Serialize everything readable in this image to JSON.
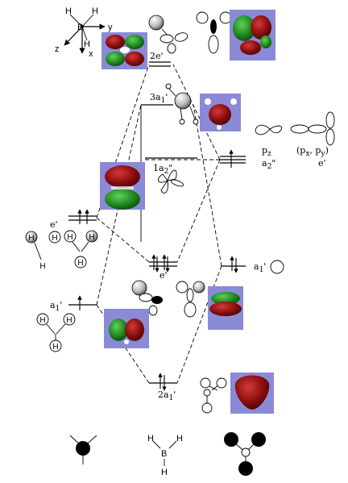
{
  "axes": {
    "y": "y",
    "z": "z",
    "x": "x",
    "h1": "H",
    "h2": "H",
    "b": "B",
    "h3": "H"
  },
  "levels": {
    "e2": "2e'",
    "a3": "3a",
    "a3_sub": "1",
    "a3_prime": "'",
    "a2pp": "1a",
    "a2pp_sub": "2",
    "a2pp_prime": "\"",
    "pz": "p",
    "pz_sub": "z",
    "a2pp_boron": "a",
    "a2pp_boron_sub": "2",
    "a2pp_boron_prime": "\"",
    "pxpy": "(p",
    "pxpy_x": "x",
    "pxpy_mid": ", p",
    "pxpy_y": "y",
    "pxpy_end": ")",
    "e_prime_boron": "e'",
    "e_prime_h": "e'",
    "e_prime_mid": "e'",
    "a1_boron": "a",
    "a1_boron_sub": "1",
    "a1_boron_prime": "'",
    "a1_h": "a",
    "a1_h_sub": "1",
    "a1_h_prime": "'",
    "a2_bottom": "2a",
    "a2_bottom_sub": "1",
    "a2_bottom_prime": "'"
  },
  "hydrogen_labels": {
    "h": "H"
  },
  "bottom": {
    "b": "B",
    "h1": "H",
    "h2": "H",
    "h3": "H"
  },
  "colors": {
    "mo_background": "#8a8ad6",
    "lobe_red": "#8b0d0d",
    "lobe_green": "#1f8a1f",
    "lobe_white": "#ffffff"
  }
}
